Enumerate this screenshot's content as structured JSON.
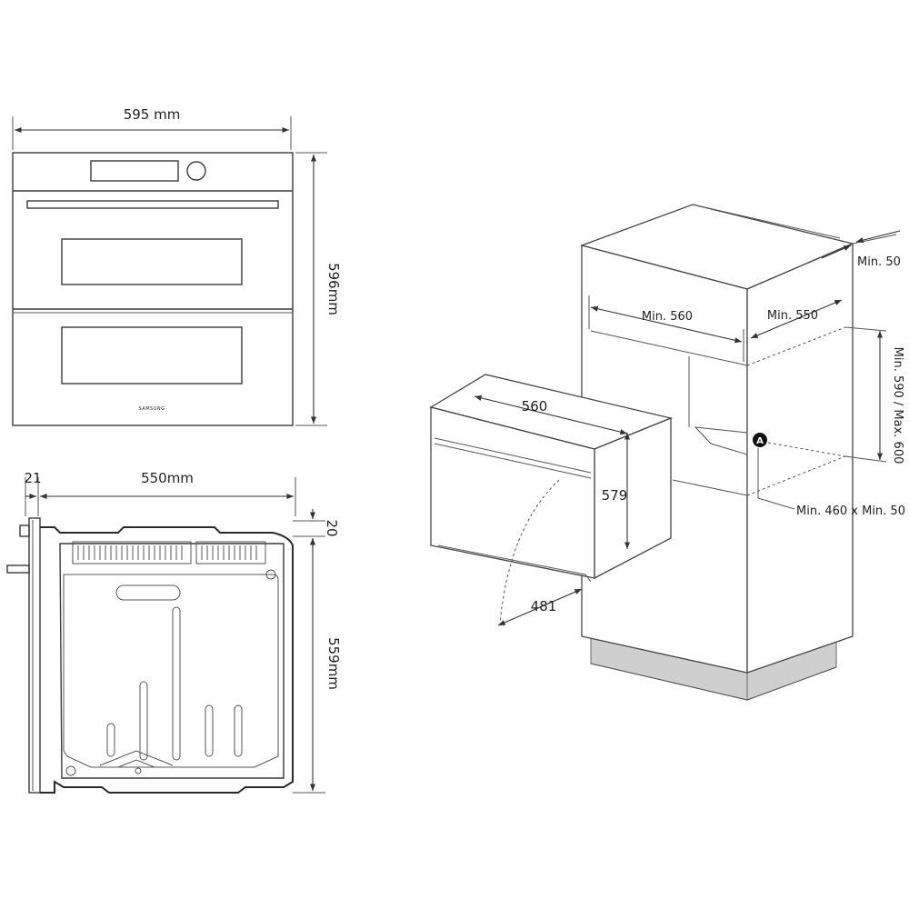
{
  "front_view": {
    "width_label": "595 mm",
    "height_label": "596mm",
    "brand_text": "SAMSUNG"
  },
  "side_view": {
    "depth_label": "550mm",
    "front_depth_label": "21",
    "top_offset_label": "20",
    "height_label": "559mm"
  },
  "installation": {
    "oven_width_label": "560",
    "oven_height_label": "579",
    "oven_depth_label": "481",
    "cabinet_width_label": "Min. 560",
    "cabinet_depth_label": "Min. 550",
    "rear_gap_label": "Min. 50",
    "cavity_height_label": "Min. 590 / Max. 600",
    "vent_label": "Min. 460 x Min. 50",
    "marker_label": "A"
  }
}
